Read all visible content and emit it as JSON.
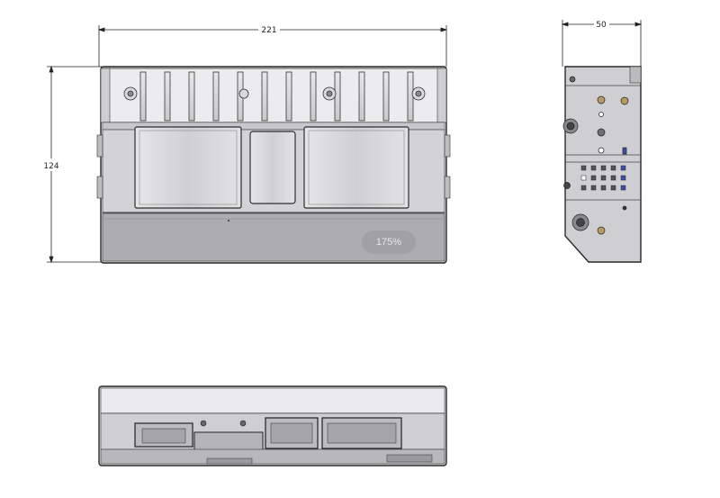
{
  "drawing": {
    "dimensions": {
      "front_width": "221",
      "front_height": "124",
      "side_width": "50"
    }
  },
  "viewer": {
    "zoom_label": "175%"
  },
  "colors": {
    "line": "#2a2a2a",
    "housing_light": "#dcdcde",
    "housing_mid": "#c4c4c7",
    "housing_dark": "#a8a8ac",
    "badge": "#9a9aa0"
  }
}
